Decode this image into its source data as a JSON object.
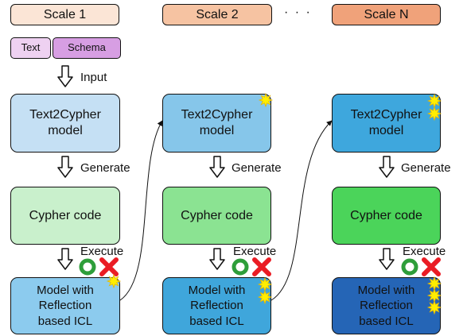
{
  "scales": [
    {
      "header": "Scale 1",
      "header_bg": "#fbe5d6",
      "inputs": [
        "Text",
        "Schema"
      ],
      "input_label": "Input",
      "model_label": "Text2Cypher\nmodel",
      "model_bg": "#c5e0f4",
      "generate_label": "Generate",
      "code_label": "Cypher code",
      "code_bg": "#c9f0cc",
      "execute_label": "Execute",
      "reflection_label": "Model with\nReflection\nbased ICL",
      "reflection_bg": "#8ccbee"
    },
    {
      "header": "Scale 2",
      "header_bg": "#f6c3a2",
      "model_label": "Text2Cypher\nmodel",
      "model_bg": "#86c6ea",
      "generate_label": "Generate",
      "code_label": "Cypher code",
      "code_bg": "#8be392",
      "execute_label": "Execute",
      "reflection_label": "Model with\nReflection\nbased ICL",
      "reflection_bg": "#3fa6db"
    },
    {
      "header": "Scale N",
      "header_bg": "#f0a27a",
      "model_label": "Text2Cypher\nmodel",
      "model_bg": "#3ea7dd",
      "generate_label": "Generate",
      "code_label": "Cypher code",
      "code_bg": "#4bd45a",
      "execute_label": "Execute",
      "reflection_label": "Model with\nReflection\nbased ICL",
      "reflection_bg": "#2565b6"
    }
  ],
  "ellipsis": "· · ·",
  "input_tag_colors": [
    "#eed1f1",
    "#d79ee3"
  ],
  "success_color": "#2e9e3a",
  "failure_color": "#ea1c24",
  "star_color": "#ffee00",
  "star_stroke": "#e6b800"
}
